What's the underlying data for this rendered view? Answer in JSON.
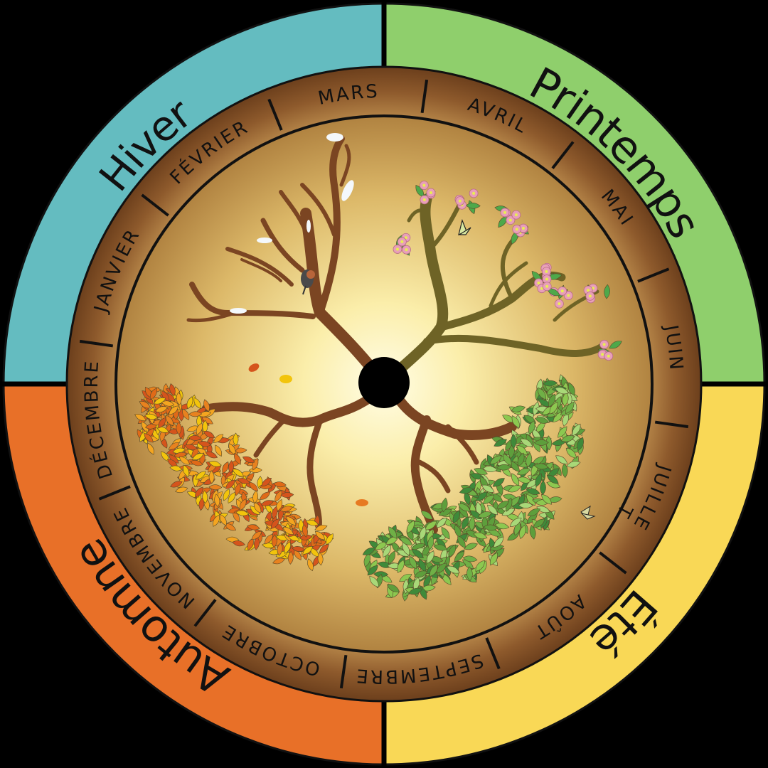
{
  "title": "Roue des saisons",
  "seasons": [
    {
      "name": "Hiver",
      "color": "#64bcc0",
      "quadrant": "top-left"
    },
    {
      "name": "Printemps",
      "color": "#8fcf6c",
      "quadrant": "top-right"
    },
    {
      "name": "Été",
      "color": "#f9d856",
      "quadrant": "bottom-right"
    },
    {
      "name": "Automne",
      "color": "#e87028",
      "quadrant": "bottom-left"
    }
  ],
  "months": [
    {
      "label": "MARS"
    },
    {
      "label": "AVRIL"
    },
    {
      "label": "MAI"
    },
    {
      "label": "JUIN"
    },
    {
      "label": "JUILLE",
      "detached_letter": "T"
    },
    {
      "label": "AOÛT"
    },
    {
      "label": "SEPTEMBRE"
    },
    {
      "label": "OCTOBRE"
    },
    {
      "label": "NOVEMBRE"
    },
    {
      "label": "DÉCEMBRE"
    },
    {
      "label": "JANVIER"
    },
    {
      "label": "FÉVRIER"
    }
  ],
  "colors": {
    "ring_brown": "#7a4a22",
    "disk_center": "#fffbe0",
    "disk_edge": "#b88a48",
    "hub": "#000000",
    "outline": "#111111"
  },
  "illustration": {
    "winter_branch": "bare branches with snow and a bird",
    "spring_branch": "blossoms with pink flowers and butterfly",
    "summer_branch": "green foliage",
    "autumn_branch": "orange and yellow leaves"
  }
}
